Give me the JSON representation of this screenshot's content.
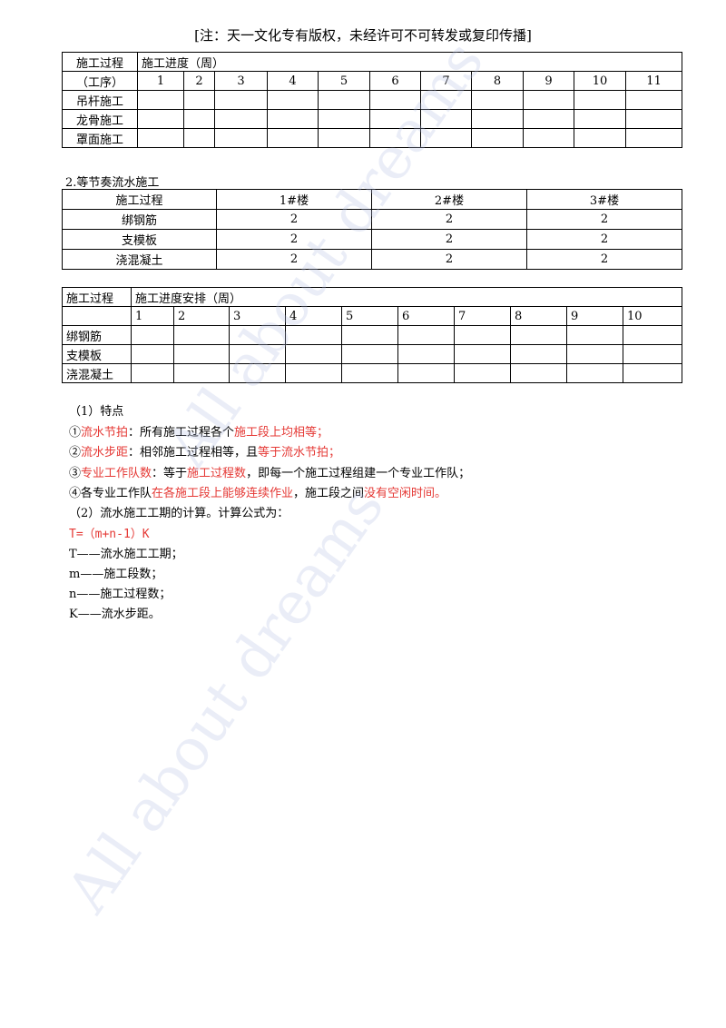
{
  "notice": "[注：天一文化专有版权，未经许可不可转发或复印传播]",
  "table1": {
    "header_process": "施工过程",
    "header_process_sub": "（工序）",
    "header_progress": "施工进度（周）",
    "weeks": [
      "1",
      "2",
      "3",
      "4",
      "5",
      "6",
      "7",
      "8",
      "9",
      "10",
      "11"
    ],
    "rows": [
      "吊杆施工",
      "龙骨施工",
      "罩面施工"
    ]
  },
  "section2_title": "2.等节奏流水施工",
  "table2": {
    "headers": [
      "施工过程",
      "1#楼",
      "2#楼",
      "3#楼"
    ],
    "rows": [
      {
        "name": "绑钢筋",
        "values": [
          "2",
          "2",
          "2"
        ]
      },
      {
        "name": "支模板",
        "values": [
          "2",
          "2",
          "2"
        ]
      },
      {
        "name": "浇混凝土",
        "values": [
          "2",
          "2",
          "2"
        ]
      }
    ]
  },
  "table3": {
    "header_process": "施工过程",
    "header_progress": "施工进度安排（周）",
    "weeks": [
      "1",
      "2",
      "3",
      "4",
      "5",
      "6",
      "7",
      "8",
      "9",
      "10"
    ],
    "rows": [
      "绑钢筋",
      "支模板",
      "浇混凝土"
    ]
  },
  "features": {
    "title": "（1）特点",
    "f1": {
      "a": "①",
      "b": "流水节拍",
      "c": "：所有施工过程各个",
      "d": "施工段上均相等；"
    },
    "f2": {
      "a": "②",
      "b": "流水步距",
      "c": "：相邻施工过程相等，且",
      "d": "等于流水节拍；"
    },
    "f3": {
      "a": "③",
      "b": "专业工作队数",
      "c": "：等于",
      "d": "施工过程数",
      "e": "，即每一个施工过程组建一个专业工作队；"
    },
    "f4": {
      "a": "④各专业工作队",
      "b": "在各施工段上能够连续作业",
      "c": "，施工段之间",
      "d": "没有空闲时间。"
    }
  },
  "calc": {
    "title": "（2）流水施工工期的计算。计算公式为：",
    "formula": "T=（m+n-1）K",
    "d1": "T——流水施工工期；",
    "d2": "m——施工段数；",
    "d3": "n——施工过程数；",
    "d4": "K——流水步距。"
  },
  "watermark": "All about dreams"
}
